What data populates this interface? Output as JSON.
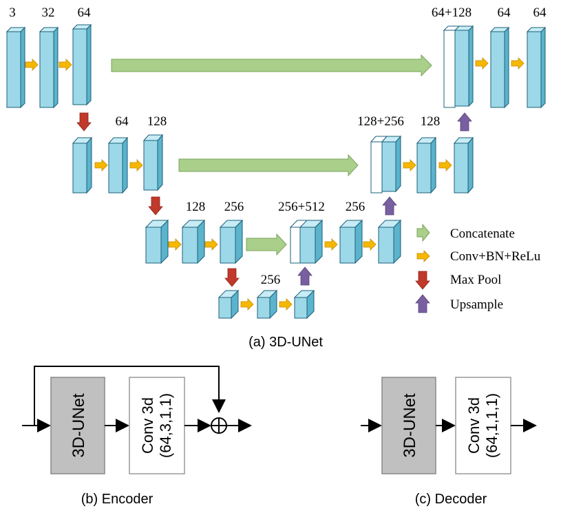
{
  "unet": {
    "encoder_level1": {
      "ch_a": "3",
      "ch_b": "32",
      "ch_c": "64"
    },
    "decoder_level1": {
      "concat": "64+128",
      "ch_a": "64",
      "ch_b": "64"
    },
    "encoder_level2": {
      "ch_a": "64",
      "ch_b": "128"
    },
    "decoder_level2": {
      "concat": "128+256",
      "ch_a": "128"
    },
    "encoder_level3": {
      "ch_a": "128",
      "ch_b": "256"
    },
    "decoder_level3": {
      "concat": "256+512",
      "ch_a": "256"
    },
    "bottleneck": {
      "ch": "256"
    },
    "legend": {
      "concatenate": "Concatenate",
      "conv": "Conv+BN+ReLu",
      "maxpool": "Max Pool",
      "upsample": "Upsample"
    },
    "caption": "(a)  3D-UNet"
  },
  "encoder_panel": {
    "unet_label": "3D-UNet",
    "conv_line1": "Conv 3d",
    "conv_line2": "(64,3,1,1)",
    "caption": "(b)  Encoder"
  },
  "decoder_panel": {
    "unet_label": "3D-UNet",
    "conv_line1": "Conv 3d",
    "conv_line2": "(64,1,1,1)",
    "caption": "(c) Decoder"
  },
  "colors": {
    "block_face": "#9dd8e8",
    "block_side": "#5bb3cc",
    "concat_arrow": "#a9cf8a",
    "conv_arrow": "#f5b800",
    "maxpool_arrow": "#c0392b",
    "upsample_arrow": "#7a5fa0",
    "unet_box": "#c0c0c0"
  }
}
